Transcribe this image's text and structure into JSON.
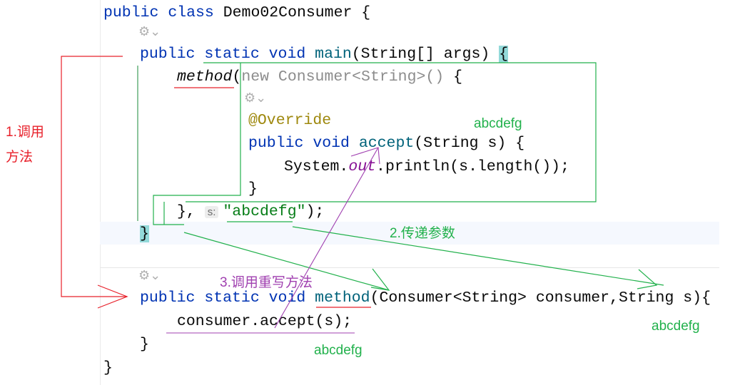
{
  "code": {
    "lines": [
      {
        "tokens": [
          {
            "t": "public ",
            "c": "kw"
          },
          {
            "t": "class ",
            "c": "kw"
          },
          {
            "t": "Demo02Consumer {",
            "c": ""
          }
        ]
      },
      {
        "tokens": [
          {
            "t": "public ",
            "c": "kw"
          },
          {
            "t": "static ",
            "c": "kw"
          },
          {
            "t": "void ",
            "c": "kw"
          },
          {
            "t": "main",
            "c": "fn"
          },
          {
            "t": "(String[] args) ",
            "c": ""
          },
          {
            "t": "{",
            "c": "brace-hl"
          }
        ]
      },
      {
        "tokens": [
          {
            "t": "method",
            "c": "it"
          },
          {
            "t": "(",
            "c": ""
          },
          {
            "t": "new Consumer<String>() ",
            "c": "gray"
          },
          {
            "t": "{",
            "c": ""
          }
        ]
      },
      {
        "tokens": [
          {
            "t": "@Override",
            "c": "ann"
          }
        ]
      },
      {
        "tokens": [
          {
            "t": "public ",
            "c": "kw"
          },
          {
            "t": "void ",
            "c": "kw"
          },
          {
            "t": "accept",
            "c": "fn"
          },
          {
            "t": "(String s) {",
            "c": ""
          }
        ]
      },
      {
        "tokens": [
          {
            "t": "System.",
            "c": ""
          },
          {
            "t": "out",
            "c": "fld"
          },
          {
            "t": ".println(s.length());",
            "c": ""
          }
        ]
      },
      {
        "tokens": [
          {
            "t": "}",
            "c": ""
          }
        ]
      },
      {
        "tokens": [
          {
            "t": "}, ",
            "c": ""
          },
          {
            "t": "s:",
            "c": "hint"
          },
          {
            "t": "\"abcdefg\"",
            "c": "str"
          },
          {
            "t": ");",
            "c": ""
          }
        ]
      },
      {
        "tokens": [
          {
            "t": "}",
            "c": "brace-hl"
          }
        ]
      },
      {
        "tokens": [
          {
            "t": "public ",
            "c": "kw"
          },
          {
            "t": "static ",
            "c": "kw"
          },
          {
            "t": "void ",
            "c": "kw"
          },
          {
            "t": "method",
            "c": "fn"
          },
          {
            "t": "(Consumer<String> consumer,String s){",
            "c": ""
          }
        ]
      },
      {
        "tokens": [
          {
            "t": "consumer.accept(s);",
            "c": ""
          }
        ]
      },
      {
        "tokens": [
          {
            "t": "}",
            "c": ""
          }
        ]
      },
      {
        "tokens": [
          {
            "t": "}",
            "c": ""
          }
        ]
      }
    ]
  },
  "gutter_icon": "implement-method-icon",
  "annotations": {
    "step1_line1": "1.调用",
    "step1_line2": "方法",
    "step2": "2.传递参数",
    "step3": "3.调用重写方法",
    "value_accept": "abcdefg",
    "value_param": "abcdefg",
    "value_call": "abcdefg"
  },
  "colors": {
    "annotation_green": "#22b14c",
    "annotation_red": "#e8202a",
    "annotation_purple": "#a040b0"
  }
}
